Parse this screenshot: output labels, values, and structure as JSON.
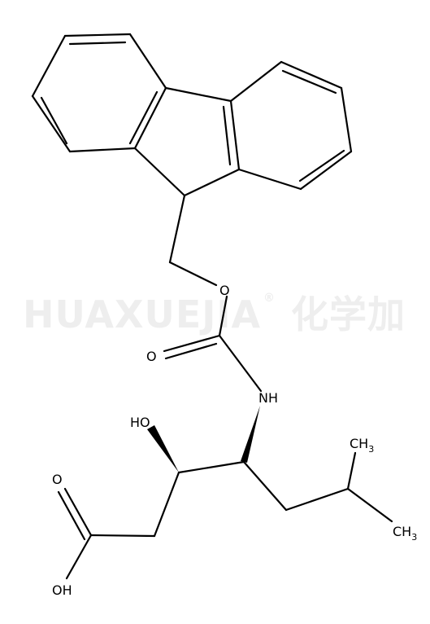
{
  "watermark": {
    "latin": "HUAXUEJIA",
    "registered": "®",
    "chinese": "化学加"
  },
  "atoms": {
    "o_ester": "O",
    "o_carbonyl": "O",
    "nh": "NH",
    "oh_hydroxy": "HO",
    "o_acid": "O",
    "oh_acid": "OH",
    "ch3_upper_c": "CH",
    "ch3_upper_sub": "3",
    "ch3_lower_c": "CH",
    "ch3_lower_sub": "3"
  }
}
